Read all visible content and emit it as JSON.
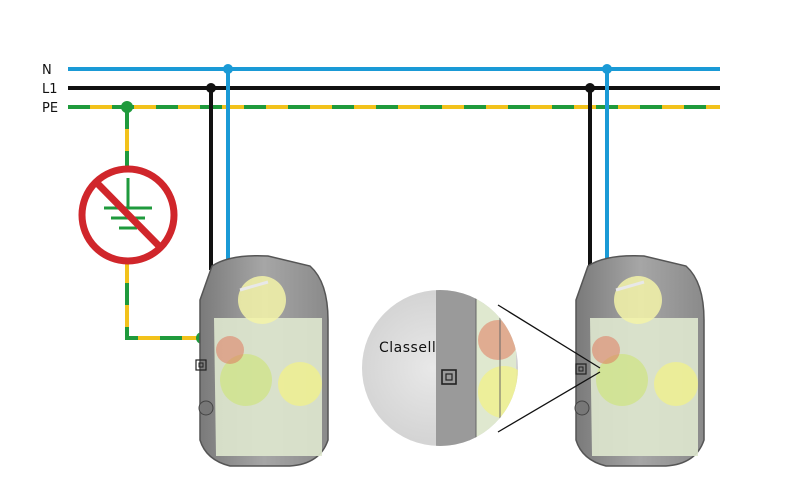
{
  "conductors": {
    "neutral": {
      "label": "N",
      "color": "#1a9ad6"
    },
    "line": {
      "label": "L1",
      "color": "#111111"
    },
    "earth": {
      "label": "PE",
      "color_a": "#1f9a3c",
      "color_b": "#f2c21b"
    }
  },
  "zoom": {
    "label": "Classell"
  },
  "symbols": {
    "no_earth": {
      "icon": "prohibited-earth-icon",
      "ring_color": "#d0262b"
    }
  },
  "luminaire": {
    "icon": "class-ii-double-square-icon",
    "body_color": "#8e8e8e"
  }
}
